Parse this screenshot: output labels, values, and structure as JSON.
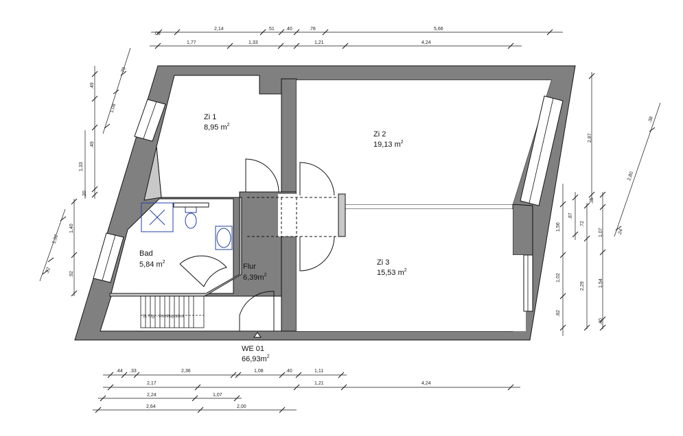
{
  "rooms": {
    "zi1": {
      "name": "Zi 1",
      "area": "8,95 m",
      "unit_sup": "2"
    },
    "zi2": {
      "name": "Zi 2",
      "area": "19,13 m",
      "unit_sup": "2"
    },
    "zi3": {
      "name": "Zi 3",
      "area": "15,53 m",
      "unit_sup": "2"
    },
    "bad": {
      "name": "Bad",
      "area": "5,84 m",
      "unit_sup": "2"
    },
    "flur": {
      "name": "Flur",
      "area": "6,39m",
      "unit_sup": "2"
    }
  },
  "unit": {
    "name": "WE 01",
    "area": "66,93m",
    "unit_sup": "2"
  },
  "stair_label": "11 Stg. - Antrittspodest",
  "colors": {
    "wall": "#808080",
    "wall_light": "#c8c8c8",
    "line": "#111111",
    "fixture": "#1f3fa6"
  },
  "dimensions": {
    "top_row1": [
      ".09",
      "2,14",
      ".51",
      ".40",
      ".78",
      "5,66"
    ],
    "top_row2": [
      "1,77",
      "1,33",
      "1,21",
      "4,24"
    ],
    "bottom_row1": [
      ".44",
      ".33",
      "2,36",
      "1,08",
      ".40",
      "1,11"
    ],
    "bottom_row2": [
      "2,17",
      "1,21",
      "4,24"
    ],
    "bottom_row3": [
      "2,24",
      "1,07"
    ],
    "bottom_row4": [
      "2,64",
      "2,00"
    ],
    "left_upper": [
      ".79",
      ".49",
      "1,08",
      ".49",
      "1,33",
      ".20"
    ],
    "left_lower": [
      "1,40",
      "1,32",
      ".22",
      ".92"
    ],
    "right_a": [
      "1,56",
      "1,02",
      ".82"
    ],
    "right_b": [
      ".87",
      ".72",
      "2,29"
    ],
    "right_c": [
      "2,87",
      ".35",
      "1,07",
      "1,54",
      ".40"
    ],
    "right_d": [
      ".38",
      "2,80",
      ".24"
    ]
  }
}
